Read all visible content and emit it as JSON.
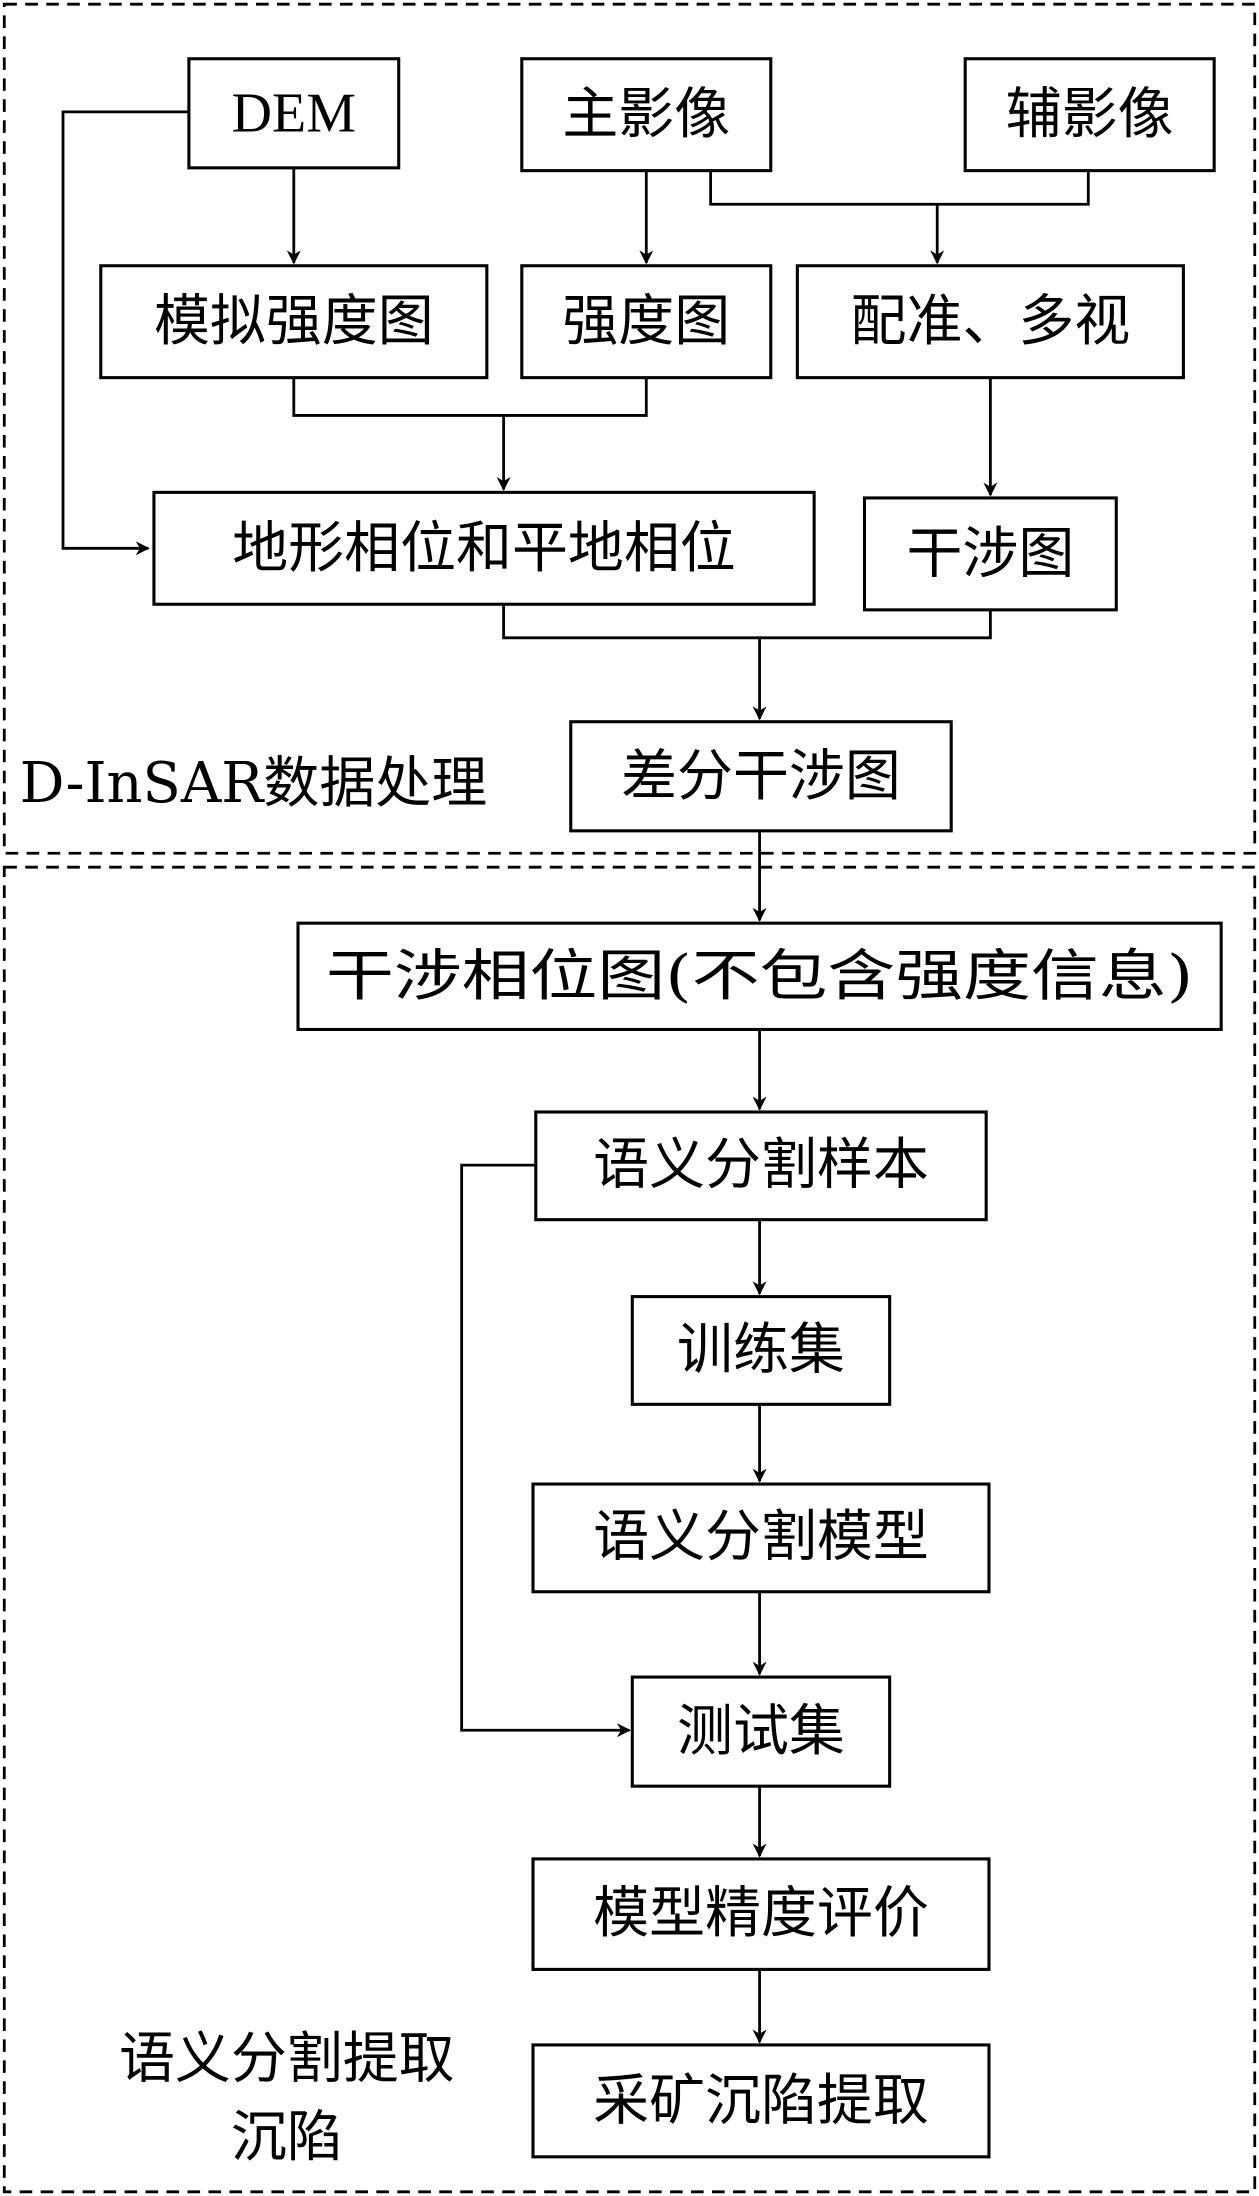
{
  "groups": {
    "dinsar_processing": "D-InSAR数据处理",
    "semantic_extraction_line1": "语义分割提取",
    "semantic_extraction_line2": "沉陷"
  },
  "nodes": {
    "dem": "DEM",
    "master_image": "主影像",
    "slave_image": "辅影像",
    "simulated_intensity": "模拟强度图",
    "intensity": "强度图",
    "registration_multilook": "配准、多视",
    "topo_flat_phase": "地形相位和平地相位",
    "interferogram": "干涉图",
    "differential_interferogram": "差分干涉图",
    "interferometric_phase": "干涉相位图(不包含强度信息)",
    "segmentation_samples": "语义分割样本",
    "training_set": "训练集",
    "segmentation_model": "语义分割模型",
    "test_set": "测试集",
    "accuracy_evaluation": "模型精度评价",
    "subsidence_extraction": "采矿沉陷提取"
  }
}
